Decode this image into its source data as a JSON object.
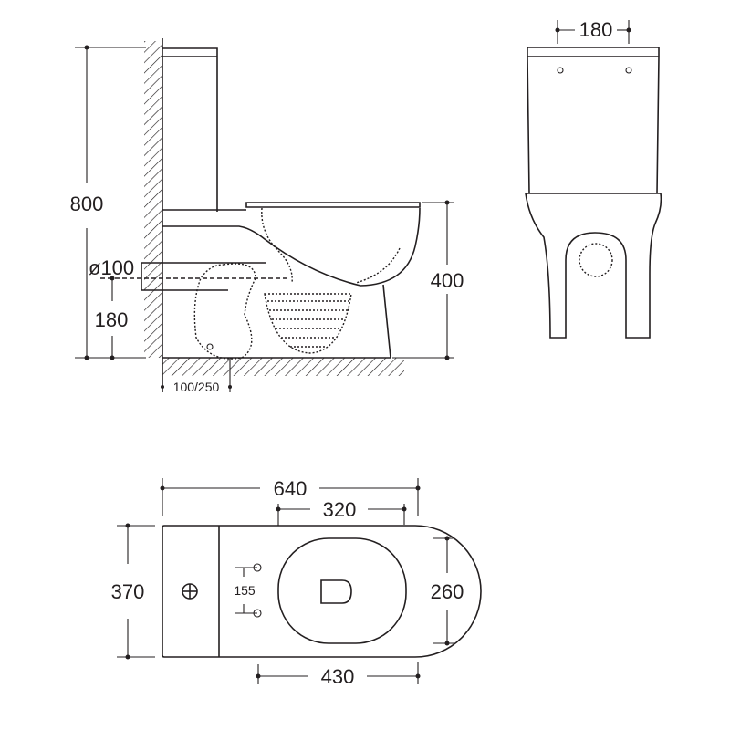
{
  "side_view": {
    "height_total": "800",
    "seat_height": "400",
    "outlet_height": "180",
    "outlet_diameter": "ø100",
    "wall_offset": "100/250"
  },
  "front_view": {
    "hole_spacing": "180"
  },
  "top_view": {
    "length": "640",
    "bowl_length": "320",
    "width": "370",
    "seat_width": "260",
    "rear_to_front": "430",
    "fixing_spacing": "155"
  },
  "colors": {
    "line": "#231f20",
    "background": "#ffffff"
  }
}
